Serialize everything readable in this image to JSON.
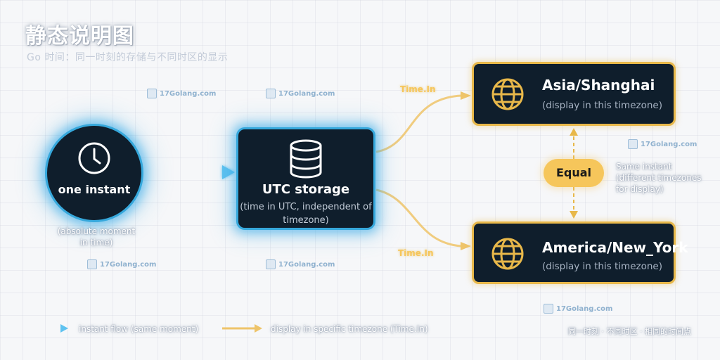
{
  "title": "静态说明图",
  "subtitle": "Go 时间：同一时刻的存储与不同时区的显示",
  "nodes": {
    "instant": {
      "label": "one instant",
      "note": "(absolute moment in time)",
      "icon": "clock-icon"
    },
    "utc": {
      "label": "UTC storage",
      "sub": "(time in UTC, independent of timezone)",
      "icon": "database-icon"
    },
    "shanghai": {
      "title": "Asia/Shanghai",
      "sub": "(display in this timezone)",
      "icon": "globe-icon"
    },
    "newyork": {
      "title": "America/New_York",
      "sub": "(display in this timezone)",
      "icon": "globe-icon"
    }
  },
  "edges": {
    "to_shanghai_label": "Time.In",
    "to_newyork_label": "Time.In"
  },
  "equal": {
    "label": "Equal",
    "note": "Same instant (different timezones for display)"
  },
  "legend": {
    "blue_label": "instant flow (same moment)",
    "gold_label": "display in specific timezone (Time.In)"
  },
  "footer_note": "同一时刻 · 不同时区 · 相同的时间点",
  "watermark": "17Golang.com",
  "colors": {
    "blue": "#36a8dc",
    "gold": "#e8b84a",
    "node_bg": "#0f1e2c",
    "equal_bg": "#f6c65b"
  }
}
